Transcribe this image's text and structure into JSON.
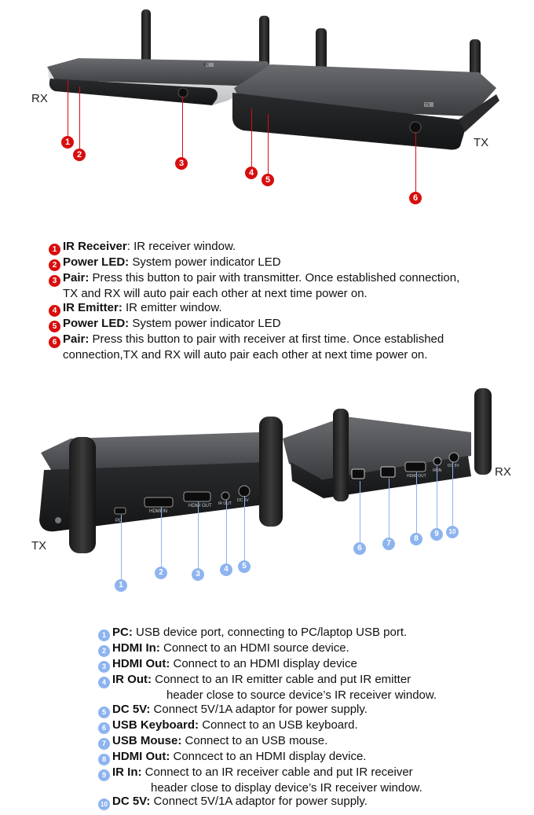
{
  "front_view": {
    "label_rx": "RX",
    "label_tx": "TX",
    "rx_badge": "RX",
    "tx_badge": "TX",
    "markers": [
      "1",
      "2",
      "3",
      "4",
      "5",
      "6"
    ]
  },
  "front_descriptions": [
    {
      "num": "1",
      "title": "IR Receiver",
      "sep": ": ",
      "text": "IR receiver window."
    },
    {
      "num": "2",
      "title": "Power LED:",
      "sep": " ",
      "text": "System power indicator LED"
    },
    {
      "num": "3",
      "title": "Pair:",
      "sep": " ",
      "text": "Press this button to pair with transmitter. Once established connection,",
      "cont": "TX and RX will auto pair each other at next time power on."
    },
    {
      "num": "4",
      "title": "IR Emitter:",
      "sep": " ",
      "text": "IR emitter window."
    },
    {
      "num": "5",
      "title": "Power LED:",
      "sep": " ",
      "text": "System power indicator LED"
    },
    {
      "num": "6",
      "title": "Pair:",
      "sep": " ",
      "text": "Press this button to pair with receiver at first time. Once established",
      "cont": "connection,TX and RX will auto pair each other at next time power on."
    }
  ],
  "rear_view": {
    "label_tx": "TX",
    "label_rx": "RX",
    "tx_ports": [
      "PC",
      "HDMI IN",
      "HDMI OUT",
      "IR OUT",
      "DC 5V"
    ],
    "rx_ports": [
      "HDMI OUT",
      "IR IN",
      "DC 5V"
    ],
    "markers": [
      "1",
      "2",
      "3",
      "4",
      "5",
      "6",
      "7",
      "8",
      "9",
      "10"
    ]
  },
  "rear_descriptions": [
    {
      "num": "1",
      "title": "PC:",
      "text": "USB device port, connecting to PC/laptop USB port."
    },
    {
      "num": "2",
      "title": "HDMI In:",
      "text": "Connect to an HDMI source device."
    },
    {
      "num": "3",
      "title": "HDMI Out:",
      "text": "Connect to an HDMI display device"
    },
    {
      "num": "4",
      "title": "IR Out:",
      "text": "Connect to an IR emitter cable and put IR emitter",
      "cont": "header close to source device’s IR receiver window."
    },
    {
      "num": "5",
      "title": "DC 5V:",
      "text": "Connect 5V/1A adaptor for power supply."
    },
    {
      "num": "6",
      "title": "USB Keyboard:",
      "text": "Connect to an USB keyboard."
    },
    {
      "num": "7",
      "title": "USB Mouse:",
      "text": "Connect to an USB mouse."
    },
    {
      "num": "8",
      "title": "HDMI Out:",
      "text": "Conncect to an HDMI display device."
    },
    {
      "num": "9",
      "title": "IR In:",
      "text": "Connect to an IR receiver cable and put IR receiver",
      "cont": "header close to display device’s IR receiver window."
    },
    {
      "num": "10",
      "title": "DC 5V:",
      "text": "Connect 5V/1A adaptor for power supply."
    }
  ]
}
